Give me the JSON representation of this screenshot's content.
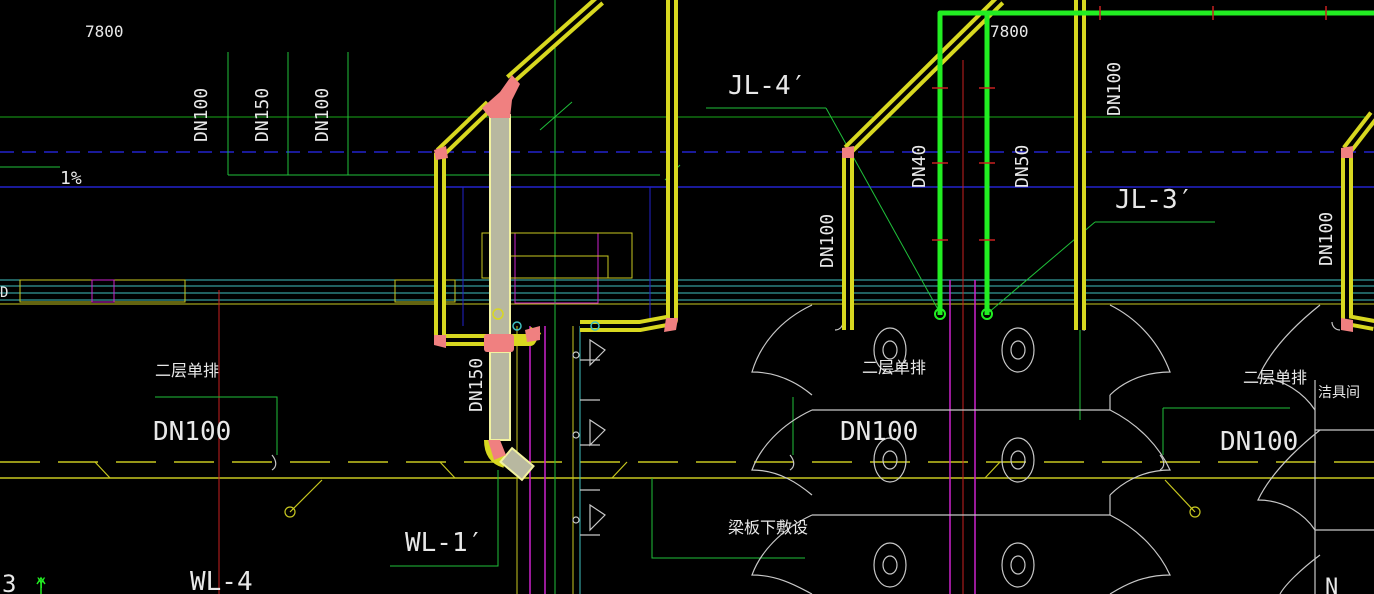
{
  "labels": {
    "dim_left": "7800",
    "dim_right": "7800",
    "slope": "1%",
    "dn100_v1": "DN100",
    "dn150_v": "DN150",
    "dn100_v2": "DN100",
    "dn100_v3": "DN100",
    "dn40": "DN40",
    "dn50": "DN50",
    "dn100_v4": "DN100",
    "dn100_v5": "DN100",
    "dn150_v2": "DN150",
    "jl4": "JL-4′",
    "jl3": "JL-3′",
    "wl1": "WL-1′",
    "wl4": "WL-4",
    "floor_drain_1": "二层单排",
    "floor_drain_2": "二层单排",
    "floor_drain_3": "二层单排",
    "dn100_h1": "DN100",
    "dn100_h2": "DN100",
    "dn100_h3": "DN100",
    "beam_note": "梁板下敷设",
    "janitor_room": "洁具间",
    "edge_d": "D",
    "edge_3": "3",
    "axis_y": "Y",
    "edge_n": "N"
  },
  "colors": {
    "background": "#000000",
    "drain_pipe": "#d8d820",
    "drain_pipe_fill": "#f2f2a0",
    "water_pipe": "#22ee22",
    "fitting": "#f08080",
    "leader": "#1fbf3a",
    "dim_line": "#18a818",
    "beam_blue": "#2222cc",
    "magenta": "#cc22cc",
    "cyan": "#40c0c0",
    "red_axis": "#c82020",
    "fixture": "#c8c8c8"
  }
}
